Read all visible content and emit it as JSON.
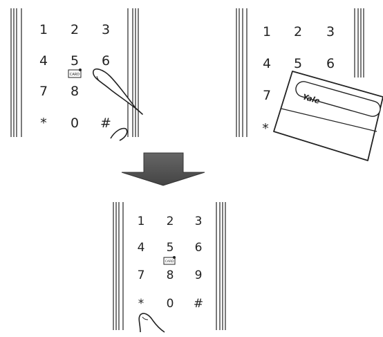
{
  "colors": {
    "ink": "#222222",
    "paper": "#ffffff",
    "arrow_fill": "#555555"
  },
  "keypad": {
    "keys": [
      "1",
      "2",
      "3",
      "4",
      "5",
      "6",
      "7",
      "8",
      "9",
      "*",
      "0",
      "#"
    ],
    "card_indicator_label": "CARD"
  },
  "card": {
    "brand": "Yale"
  },
  "icons": {
    "finger": "pointing-finger-icon",
    "card": "keycard-icon",
    "arrow": "down-arrow-icon"
  }
}
